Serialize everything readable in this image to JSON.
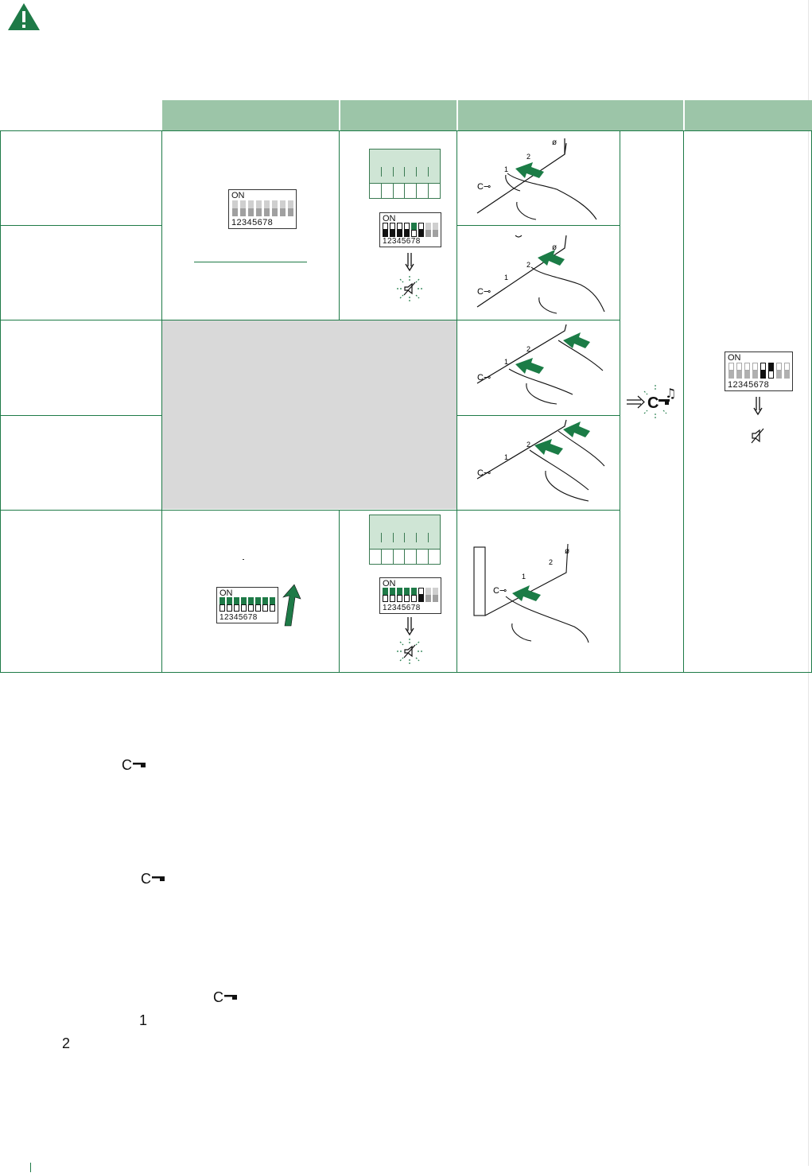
{
  "colors": {
    "green": "#1e7a47",
    "header_green": "#9cc5a8",
    "grey_cell": "#d9d9d9",
    "accent_green": "#1b7c46"
  },
  "icons": {
    "warning": "warning-triangle-icon",
    "key": "key-icon",
    "mute": "mute-speaker-icon",
    "music": "music-note-icon"
  },
  "dip_labels": {
    "on": "ON",
    "numbers": "12345678"
  },
  "digits": {
    "one": "1",
    "two": "2"
  }
}
